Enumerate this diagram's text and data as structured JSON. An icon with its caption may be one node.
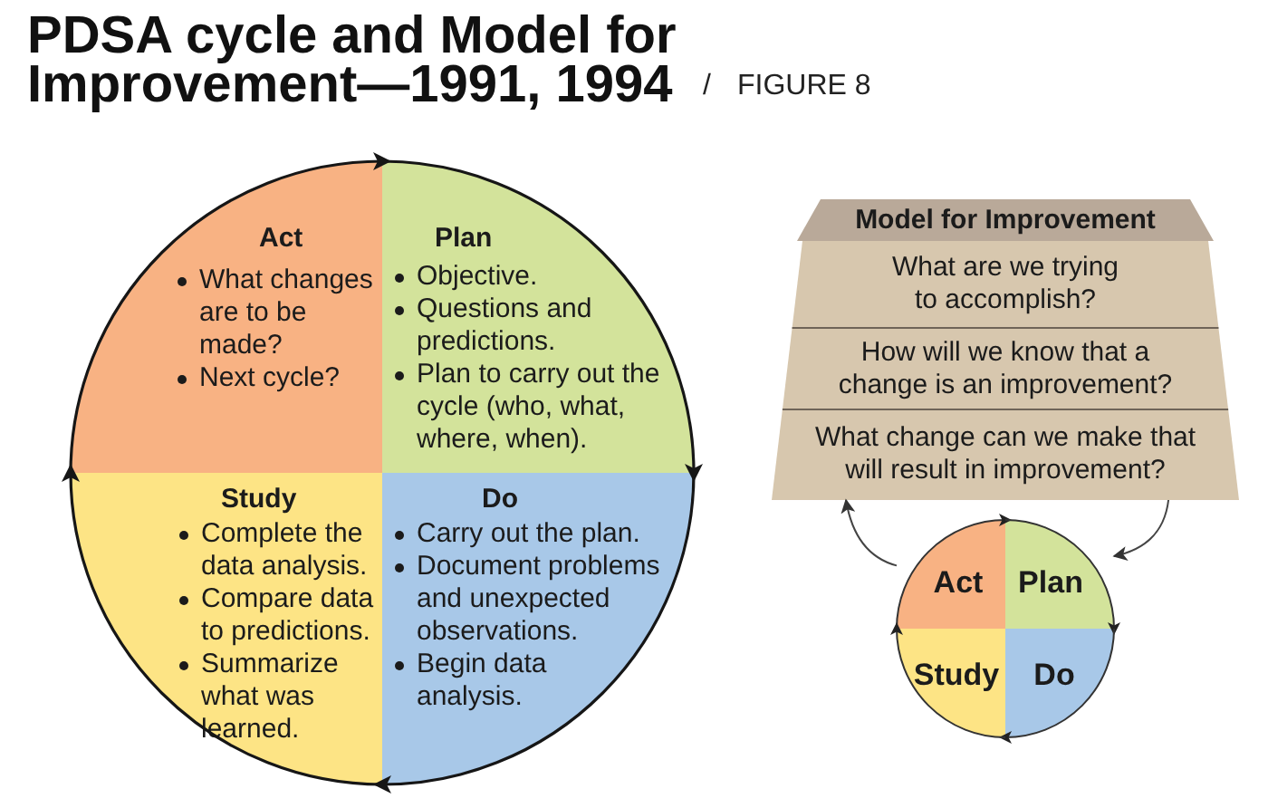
{
  "diagram": {
    "title": "PDSA cycle and Model for Improvement—1991, 1994",
    "nodes": [
      {
        "text": [
          "Act",
          "What changes are to be made?",
          "Next cycle?"
        ]
      },
      {
        "text": [
          "Plan",
          "Objective.",
          "Questions and predictions.",
          "Plan to carry out the cycle (who, what, where, when)."
        ]
      },
      {
        "text": [
          "Study",
          "Complete the data analysis.",
          "Compare data to predictions.",
          "Summarize what was learned."
        ]
      },
      {
        "text": [
          "Do",
          "Carry out the plan.",
          "Document problems and unexpected observations.",
          "Begin data analysis."
        ]
      },
      {
        "text": [
          "Model for Improvement"
        ]
      },
      {
        "text": [
          "What are we trying to accomplish?"
        ],
        "in": 4
      },
      {
        "text": [
          "How will we know that a change is an improvement?"
        ],
        "in": 4
      },
      {
        "text": [
          "What change can we make that will result in improvement?"
        ],
        "in": 4
      },
      {
        "text": [
          "Act"
        ]
      },
      {
        "text": [
          "Plan"
        ]
      },
      {
        "text": [
          "Study"
        ]
      },
      {
        "text": [
          "Do"
        ]
      }
    ],
    "edges": [
      {
        "from": 0,
        "to": 1,
        "arrow": "to"
      },
      {
        "from": 1,
        "to": 3,
        "arrow": "to"
      },
      {
        "from": 3,
        "to": 2,
        "arrow": "to"
      },
      {
        "from": 2,
        "to": 0,
        "arrow": "to"
      },
      {
        "from": 8,
        "to": 4,
        "arrow": "to"
      },
      {
        "from": 4,
        "to": 9,
        "arrow": "to"
      },
      {
        "from": 8,
        "to": 9,
        "arrow": "to"
      },
      {
        "from": 9,
        "to": 11,
        "arrow": "to"
      },
      {
        "from": 11,
        "to": 10,
        "arrow": "to"
      },
      {
        "from": 10,
        "to": 8,
        "arrow": "to"
      }
    ],
    "labels": [
      "/",
      "FIGURE 8"
    ]
  }
}
